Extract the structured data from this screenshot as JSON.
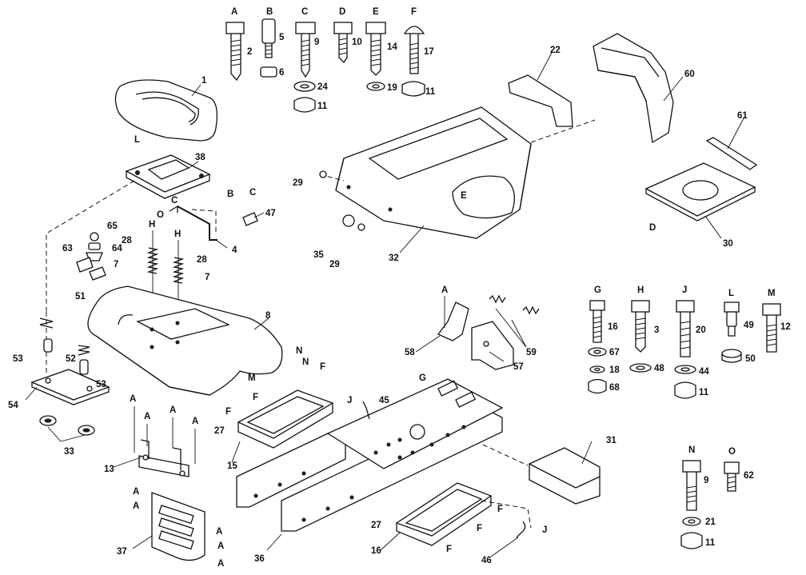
{
  "hardware_columns": [
    {
      "letter": "A",
      "items": [
        "2"
      ]
    },
    {
      "letter": "B",
      "items": [
        "5",
        "6"
      ]
    },
    {
      "letter": "C",
      "items": [
        "9",
        "24",
        "11"
      ]
    },
    {
      "letter": "D",
      "items": [
        "10"
      ]
    },
    {
      "letter": "E",
      "items": [
        "14",
        "19"
      ]
    },
    {
      "letter": "F",
      "items": [
        "17",
        "11"
      ]
    },
    {
      "letter": "G",
      "items": [
        "16",
        "67",
        "18",
        "68"
      ]
    },
    {
      "letter": "H",
      "items": [
        "3",
        "48"
      ]
    },
    {
      "letter": "J",
      "items": [
        "20",
        "44",
        "11"
      ]
    },
    {
      "letter": "L",
      "items": [
        "49",
        "50"
      ]
    },
    {
      "letter": "M",
      "items": [
        "12"
      ]
    },
    {
      "letter": "N",
      "items": [
        "9",
        "21",
        "11"
      ]
    },
    {
      "letter": "O",
      "items": [
        "62"
      ]
    }
  ],
  "part_numbers": [
    "1",
    "38",
    "47",
    "65",
    "64",
    "63",
    "28",
    "28",
    "7",
    "7",
    "4",
    "51",
    "8",
    "53",
    "52",
    "53",
    "54",
    "33",
    "13",
    "37",
    "27",
    "15",
    "22",
    "60",
    "61",
    "29",
    "35",
    "29",
    "32",
    "30",
    "58",
    "59",
    "57",
    "45",
    "31",
    "27",
    "16",
    "36",
    "46"
  ],
  "reference_letters": [
    "L",
    "O",
    "C",
    "B",
    "C",
    "H",
    "H",
    "N",
    "N",
    "M",
    "F",
    "F",
    "F",
    "A",
    "A",
    "A",
    "A",
    "A",
    "A",
    "A",
    "A",
    "A",
    "E",
    "D",
    "A",
    "G",
    "J",
    "F",
    "F",
    "F",
    "J"
  ]
}
